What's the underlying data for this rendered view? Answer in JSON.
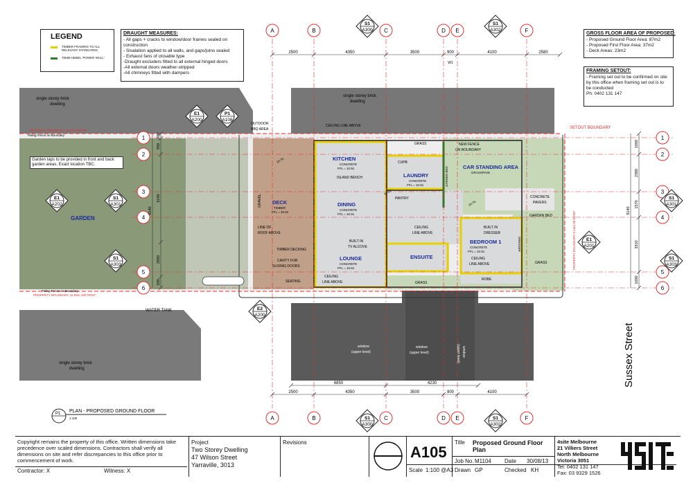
{
  "legend": {
    "title": "LEGEND",
    "items": [
      {
        "label": "TIMBER FRAMING TO ALL RELEVANT STANDARDS",
        "color": "#e8d000"
      },
      {
        "label": "75MM HEBEL 'POWER WALL'",
        "color": "#2a7a2a"
      }
    ]
  },
  "draught": {
    "title": "DRAUGHT MEASURES:",
    "lines": [
      "- All gaps + cracks to window/door frames sealed on",
      "  construction",
      "- Sisalation applied to all walls, and gaps/joins sealed",
      "- Exhaust fans of closable type",
      "-Draught excluders fitted to all external hinged doors",
      "-All external doors weather-stripped",
      "-All chimneys fitted with dampers"
    ]
  },
  "gfa": {
    "title": "GROSS FLOOR AREA OF PROPOSED:",
    "lines": [
      "- Proposed Ground Floor Area: 87m2",
      "- Proposed First Floor Area: 37m2",
      "- Deck Areas: 23m2"
    ]
  },
  "framing": {
    "title": "FRAMING SETOUT:",
    "lines": [
      "- Framing set out to be confirmed on site",
      "by this office  when framing set out is to",
      "be conducted",
      "Ph: 0402 131 147"
    ]
  },
  "grid_cols": [
    "A",
    "B",
    "C",
    "D",
    "E",
    "F"
  ],
  "grid_rows": [
    "1",
    "2",
    "3",
    "4",
    "5",
    "6"
  ],
  "top_dims": [
    "2500",
    "4350",
    "3500",
    "900",
    "4100",
    "2580"
  ],
  "bottom_dims": [
    "2500",
    "4350",
    "3500",
    "900",
    "4100"
  ],
  "bottom_dims2": [
    "6850",
    "4230"
  ],
  "w1": "W1",
  "side_dims_left": [
    "200",
    "950",
    "5140",
    "2650",
    "200"
  ],
  "side_total_left": "9140",
  "side_dims_right": [
    "1000",
    "2380",
    "1570",
    "3310",
    "1000"
  ],
  "side_total_right": "9140",
  "section_markers": [
    {
      "top": "S1",
      "bottom": "A300"
    },
    {
      "top": "S1",
      "bottom": "A302"
    },
    {
      "top": "E1",
      "bottom": "A200"
    },
    {
      "top": "P1",
      "bottom": "A108"
    },
    {
      "top": "E1",
      "bottom": "A202"
    },
    {
      "top": "S1",
      "bottom": "A301"
    },
    {
      "top": "S1",
      "bottom": "A303"
    },
    {
      "top": "S1",
      "bottom": "A301"
    },
    {
      "top": "S1",
      "bottom": "A303"
    },
    {
      "top": "E1",
      "bottom": "A201"
    },
    {
      "top": "E2",
      "bottom": "A200"
    },
    {
      "top": "S1",
      "bottom": "A300"
    },
    {
      "top": "S1",
      "bottom": "A302"
    }
  ],
  "rooms": {
    "kitchen": {
      "name": "KITCHEN",
      "sub": "CONCRETE",
      "ffl": "FFL = 10.91"
    },
    "laundry": {
      "name": "LAUNDRY",
      "sub": "CONCRETE",
      "ffl": "FFL = 10.91"
    },
    "dining": {
      "name": "DINING",
      "sub": "CONCRETE",
      "ffl": "FFL = 10.91"
    },
    "lounge": {
      "name": "LOUNGE",
      "sub": "CONCRETE",
      "ffl": "FFL = 10.91"
    },
    "ensuite": {
      "name": "ENSUITE"
    },
    "bedroom": {
      "name": "BEDROOM 1",
      "sub": "CONCRETE",
      "ffl": "FFL = 10.91"
    },
    "deck": {
      "name": "DECK",
      "sub": "TIMBER",
      "ffl": "FFL = 10.91"
    },
    "garden": {
      "name": "GARDEN"
    },
    "car": {
      "name": "CAR STANDING AREA",
      "sub": "GRASSPAVE"
    }
  },
  "labels": {
    "single_storey_1": "single storey brick",
    "single_storey_2": "dwelling",
    "garden_taps": "Garden taps to be provided in front and back garden areas. Exact location TBC.",
    "property_boundary_top": "PROPERTY BOUNDARY 42.69m  180°00'",
    "paling_top": "Paling Fence on Boundary",
    "paling_bottom": "Paling Fence on Boundary",
    "property_boundary_bottom": "PROPERTY BOUNDARY 42.69m  180°00'00\"",
    "property_boundary_right": "PROPERTY BOUNDARY 9.14m  90°00'00\"",
    "setout_boundary": "SETOUT BOUNDARY",
    "outdoor_bbq": "OUTDOOR BBQ AREA",
    "ceiling_line_above": "CEILING LINE ABOVE",
    "grass": "GRASS",
    "new_fence": "NEW FENCE ON BOUNDARY",
    "cupb": "CUPB",
    "island_bench": "ISLAND BENCH",
    "pantry": "PANTRY",
    "concrete_pavers": "CONCRETE PAVERS",
    "garden_bed": "GARDEN BED",
    "line_of_roof_above": "LINE OF ROOF ABOVE",
    "gravel": "GRAVEL",
    "timber_decking": "TIMBER DECKING",
    "cavity_for": "CAVITY FOR SLIDING DOORS",
    "seating": "SEATING",
    "built_in_tv": "BUILT IN TV ALCOVE",
    "built_in_dresser": "BUILT IN DRESSER",
    "dresser": "DRESSER",
    "robe": "ROBE",
    "water_tank": "WATER TANK",
    "window_upper": "window (upper level)",
    "steps": "STEPS",
    "rl_1": "10.76",
    "rl_2": "10.91",
    "rl_3": "10.76",
    "sussex_street": "Sussex Street"
  },
  "plan_title": {
    "tag": "P1",
    "title": "PLAN - PROPOSED GROUND FLOOR",
    "scale": "1:100"
  },
  "title_block": {
    "copyright": "Copyright remains the property of this office. Written dimensions take precedence over scaled dimensions. Contractors shall verify all dimensions on site and refer discrepancies to this office prior to commencement of work.",
    "contractor_label": "Contractor: X",
    "witness_label": "Witness: X",
    "project_label": "Project",
    "project_lines": [
      "Two Storey Dwelling",
      "47 Wilson Street",
      "Yarraville, 3013"
    ],
    "revisions_label": "Revisions",
    "sheet_no": "A105",
    "title_label": "Title",
    "title_value": "Proposed Ground Floor Plan",
    "job_label": "Job No.",
    "job_value": "M1104",
    "date_label": "Date",
    "date_value": "30/08/13",
    "drawn_label": "Drawn",
    "drawn_value": "GP",
    "checked_label": "Checked",
    "checked_value": "KH",
    "scale_label": "Scale",
    "scale_value": "1:100 @A3",
    "firm_lines": [
      "4site Melbourne",
      "21 Villiers Street",
      "North Melbourne",
      "Victoria 3051",
      "Tel: 0402 131 147",
      "Fax: 03 9329 1526"
    ],
    "logo_text": "4site"
  },
  "colors": {
    "gridline": "#e03030",
    "boundary": "#e03030",
    "garden_green": "#8a9a78",
    "grass_light": "#c6d8b8",
    "floor_grey": "#d9dadc",
    "deck_brown": "#c0a088",
    "roof_dark": "#5a5a5a",
    "wall_yellow": "#e8d000",
    "hebel_green": "#2a7a2a",
    "room_label_blue": "#1a2a9a"
  }
}
